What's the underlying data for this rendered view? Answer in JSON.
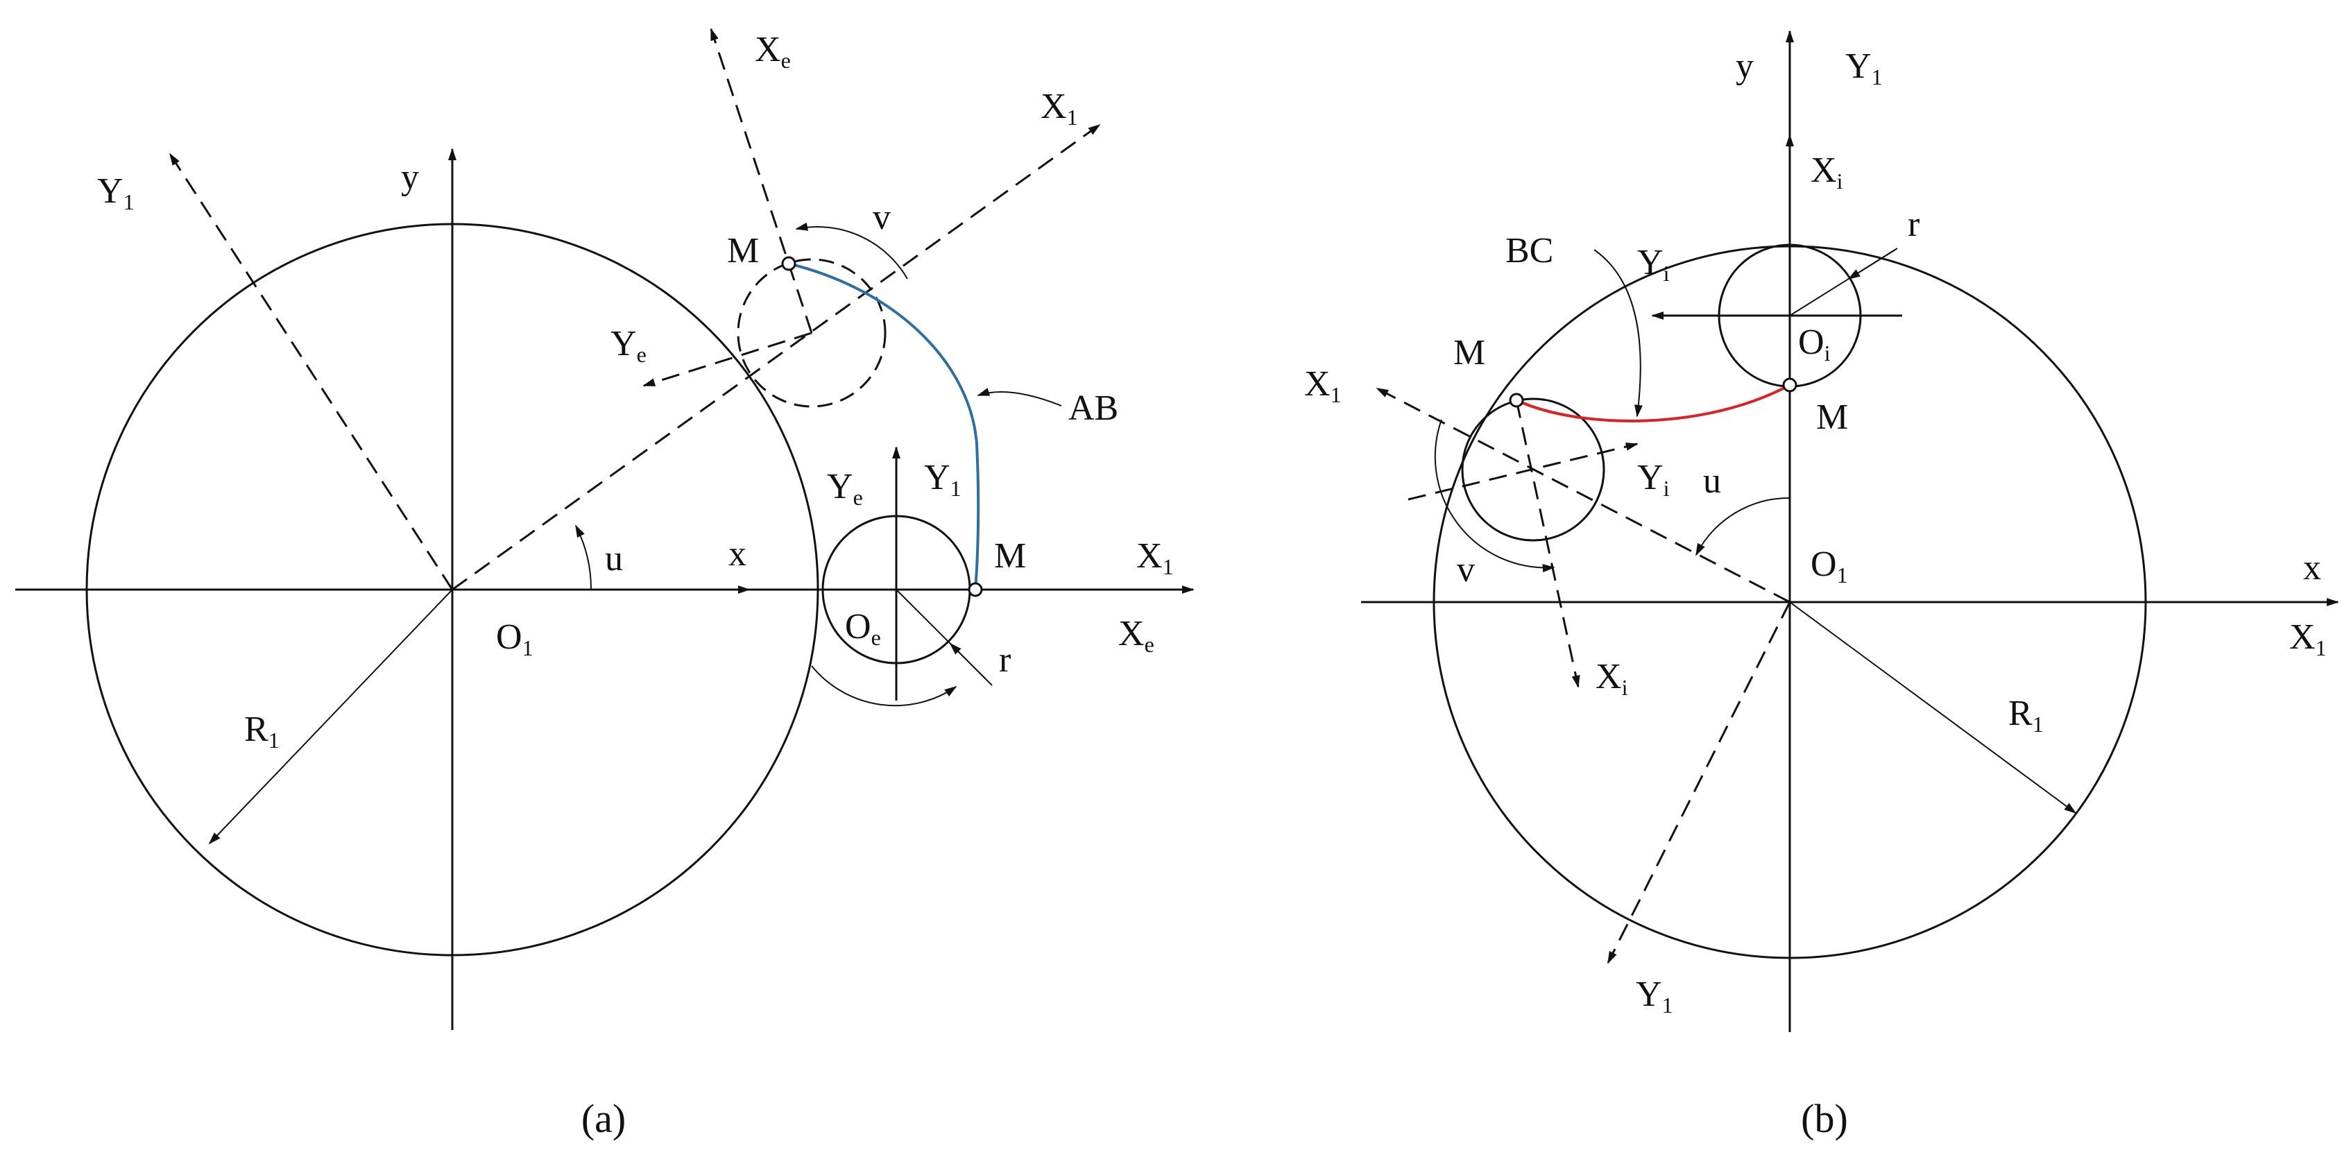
{
  "colors": {
    "ink": "#111111",
    "curve_ab": "#2b6fa3",
    "curve_bc": "#e02020"
  },
  "panel_a": {
    "caption": "(a)",
    "labels": {
      "x": "x",
      "y": "y",
      "X1_top": "X",
      "X1_top_sub": "1",
      "Y1_top": "Y",
      "Y1_top_sub": "1",
      "Xe_top": "X",
      "Xe_top_sub": "e",
      "Ye_left": "Y",
      "Ye_left_sub": "e",
      "M_top": "M",
      "v": "v",
      "AB": "AB",
      "u": "u",
      "O1": "O",
      "O1_sub": "1",
      "Ye_small": "Y",
      "Ye_small_sub": "e",
      "Y1_small": "Y",
      "Y1_small_sub": "1",
      "M_right": "M",
      "X1_right": "X",
      "X1_right_sub": "1",
      "Oe": "O",
      "Oe_sub": "e",
      "Xe_right": "X",
      "Xe_right_sub": "e",
      "r": "r",
      "R1": "R",
      "R1_sub": "1"
    }
  },
  "panel_b": {
    "caption": "(b)",
    "labels": {
      "y": "y",
      "Y1_top": "Y",
      "Y1_top_sub": "1",
      "Xi_top": "X",
      "Xi_top_sub": "i",
      "r": "r",
      "BC": "BC",
      "Yi_top": "Y",
      "Yi_top_sub": "i",
      "Oi": "O",
      "Oi_sub": "i",
      "M_left": "M",
      "X1_left": "X",
      "X1_left_sub": "1",
      "M_right": "M",
      "Yi_mid": "Y",
      "Yi_mid_sub": "i",
      "u": "u",
      "O1": "O",
      "O1_sub": "1",
      "v": "v",
      "x": "x",
      "X1_right": "X",
      "X1_right_sub": "1",
      "Xi_bottom": "X",
      "Xi_bottom_sub": "i",
      "R1": "R",
      "R1_sub": "1",
      "Y1_bottom": "Y",
      "Y1_bottom_sub": "1"
    }
  }
}
